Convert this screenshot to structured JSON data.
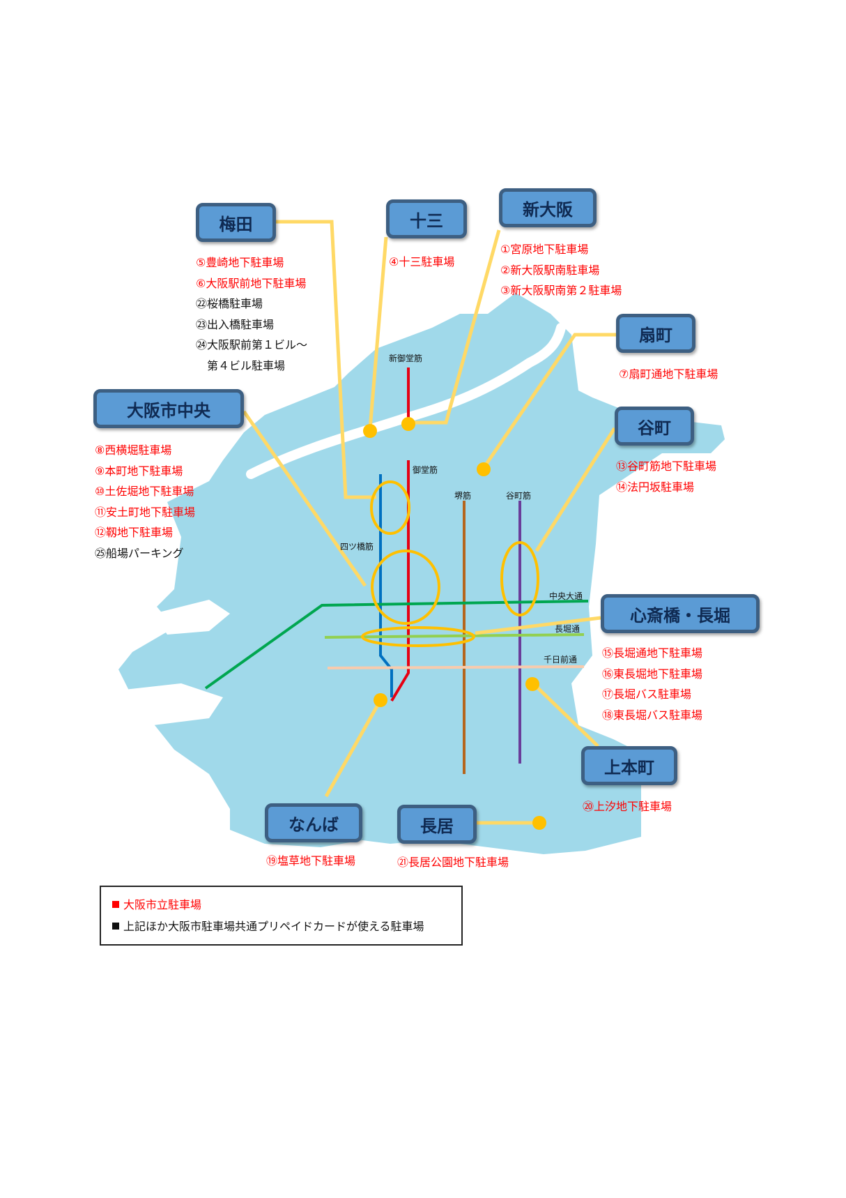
{
  "areas": [
    {
      "id": "umeda",
      "name": "梅田",
      "lots": [
        {
          "label": "⑤豊崎地下駐車場",
          "kind": "city"
        },
        {
          "label": "⑥大阪駅前地下駐車場",
          "kind": "city"
        },
        {
          "label": "㉒桜橋駐車場",
          "kind": "other"
        },
        {
          "label": "㉓出入橋駐車場",
          "kind": "other"
        },
        {
          "label": "㉔大阪駅前第１ビル～",
          "kind": "other"
        },
        {
          "label": "　第４ビル駐車場",
          "kind": "other"
        }
      ]
    },
    {
      "id": "juso",
      "name": "十三",
      "lots": [
        {
          "label": "④十三駐車場",
          "kind": "city"
        }
      ]
    },
    {
      "id": "shin-osaka",
      "name": "新大阪",
      "lots": [
        {
          "label": "①宮原地下駐車場",
          "kind": "city"
        },
        {
          "label": "②新大阪駅南駐車場",
          "kind": "city"
        },
        {
          "label": "③新大阪駅南第２駐車場",
          "kind": "city"
        }
      ]
    },
    {
      "id": "ogimachi",
      "name": "扇町",
      "lots": [
        {
          "label": "⑦扇町通地下駐車場",
          "kind": "city"
        }
      ]
    },
    {
      "id": "chuo",
      "name": "大阪市中央",
      "lots": [
        {
          "label": "⑧西横堀駐車場",
          "kind": "city"
        },
        {
          "label": "⑨本町地下駐車場",
          "kind": "city"
        },
        {
          "label": "⑩土佐堀地下駐車場",
          "kind": "city"
        },
        {
          "label": "⑪安土町地下駐車場",
          "kind": "city"
        },
        {
          "label": "⑫靱地下駐車場",
          "kind": "city"
        },
        {
          "label": "㉕船場パーキング",
          "kind": "other"
        }
      ]
    },
    {
      "id": "tanimachi",
      "name": "谷町",
      "lots": [
        {
          "label": "⑬谷町筋地下駐車場",
          "kind": "city"
        },
        {
          "label": "⑭法円坂駐車場",
          "kind": "city"
        }
      ]
    },
    {
      "id": "shinsaibashi",
      "name": "心斎橋・長堀",
      "lots": [
        {
          "label": "⑮長堀通地下駐車場",
          "kind": "city"
        },
        {
          "label": "⑯東長堀地下駐車場",
          "kind": "city"
        },
        {
          "label": "⑰長堀バス駐車場",
          "kind": "city"
        },
        {
          "label": "⑱東長堀バス駐車場",
          "kind": "city"
        }
      ]
    },
    {
      "id": "uehommachi",
      "name": "上本町",
      "lots": [
        {
          "label": "⑳上汐地下駐車場",
          "kind": "city"
        }
      ]
    },
    {
      "id": "namba",
      "name": "なんば",
      "lots": [
        {
          "label": "⑲塩草地下駐車場",
          "kind": "city"
        }
      ]
    },
    {
      "id": "nagai",
      "name": "長居",
      "lots": [
        {
          "label": "㉑長居公園地下駐車場",
          "kind": "city"
        }
      ]
    }
  ],
  "streets": [
    {
      "id": "shin-midosuji",
      "name": "新御堂筋",
      "color": "#e60012"
    },
    {
      "id": "midosuji",
      "name": "御堂筋",
      "color": "#e60012"
    },
    {
      "id": "sakaisuji",
      "name": "堺筋",
      "color": "#b5651d"
    },
    {
      "id": "tanimachisuji",
      "name": "谷町筋",
      "color": "#6a3d9a"
    },
    {
      "id": "yotsubashisuji",
      "name": "四ツ橋筋",
      "color": "#0070c0"
    },
    {
      "id": "chuo-odori",
      "name": "中央大通",
      "color": "#00a650"
    },
    {
      "id": "nagahori-dori",
      "name": "長堀通",
      "color": "#92d050"
    },
    {
      "id": "sennichimae-dori",
      "name": "千日前通",
      "color": "#f8cbad"
    }
  ],
  "legend": [
    {
      "label": "大阪市立駐車場",
      "color": "#ff0000"
    },
    {
      "label": "上記ほか大阪市駐車場共通プリペイドカードが使える駐車場",
      "color": "#111111"
    }
  ],
  "colors": {
    "land": "#a0d9ea",
    "leader": "#ffd966",
    "marker": "#ffc000",
    "box_fill": "#5b9bd5",
    "box_border": "#3d5f82"
  }
}
